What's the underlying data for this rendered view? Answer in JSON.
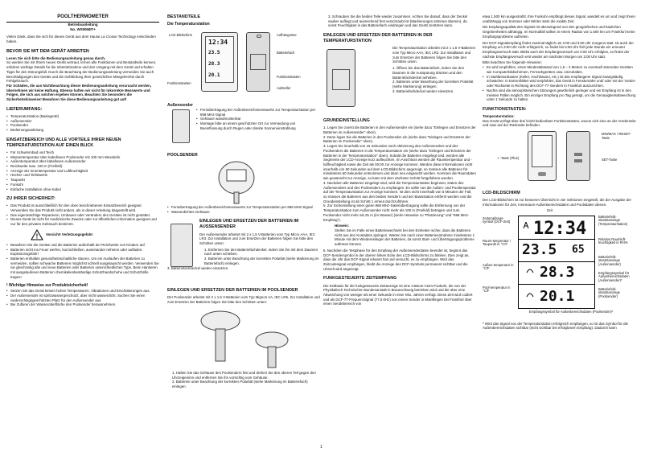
{
  "c1": {
    "title": "POOLTHERMOMETER",
    "subtitle": "Betriebsanleitung",
    "model": "No. WS9068IT+",
    "intro": "Vielen Dank, dass Sie sich für dieses Gerät aus dem Hause La Crosse Technology entschieden haben.",
    "h_before": "BEVOR SIE MIT DEM GERÄT ARBEITEN",
    "before_bold": "Lesen Sie sich bitte die Bedienungsanleitung genau durch.",
    "before_text": "So werden Sie mit Ihrem neuen Gerät vertraut, lernen alle Funktionen und Bestandteile kennen, erfahren wichtige Details für die Inbetriebnahme und den Umgang mit dem Gerät und erhalten Tipps für den Störungsfall. Durch die Beachtung der Bedienungsanleitung vermeiden Sie auch Beschädigungen des Geräts und die Gefährdung Ihrer gesetzlichen Mängelrechte durch Fehlgebrauch.",
    "before_warn": "Für Schäden, die aus Nichtbeachtung dieser Bedienungsanleitung verursacht werden, übernehmen wir keine Haftung. Ebenso haften wir nicht für inkorrekte Messwerte und Folgen, die sich aus solchen ergeben können. Beachten Sie besonders die Sicherheitshinweise! Bewahren Sie diese Bedienungsanleitung gut auf!",
    "h_scope": "LIEFERUMFANG:",
    "scope": [
      "Temperaturstation (Basisgerät)",
      "Außensender",
      "Poolsender",
      "Bedienungsanleitung"
    ],
    "h_use": "EINSATZBEREICH UND ALLE VORTEILE IHRER NEUEN TEMPERATURSTATION AUF EINEN BLICK",
    "use": [
      "Für Schwimmbad und Teich",
      "Wassertemperatur über kabellosen Poolsender mit 100 mm Weestiefe",
      "Außentemperatur über kabellosen Außensender",
      "Reichweite max. 100 m (Freifeld)",
      "Anzeige der Innentemperatur und Luftfeuchtigkeit",
      "Höchst- und Tiefstwerte",
      "Taupunkt",
      "Funkuhr",
      "Einfache Installation ohne Kabel"
    ],
    "h_safety": "ZU IHRER SICHERHEIT:",
    "safety": [
      "Das Produkt ist ausschließlich für den oben beschriebenen Einsatzbereich geeignet. Verwenden Sie das Produkt nicht anders, als in dieser Anleitung dargestellt wird.",
      "Das eigenmächtige Reparieren, Umbauen oder Verändern des Gerätes ist nicht gestattet.",
      "Dieses Gerät ist nicht für medizinische Zwecke oder zur öffentlichen Information geeignet und nur für den privaten Gebrauch bestimmt."
    ],
    "warn_title": "Vorsicht! Verletzungsgefahr:",
    "safety2": [
      "Bewahren Sie die Geräte und die Batterien außerhalb der Reichweite von Kindern auf.",
      "Batterien nicht ins Feuer werfen, kurzschließen, auseinander nehmen oder aufladen. Explosionsgefahr!",
      "Batterien enthalten gesundheitsschädliche Säuren. Um ein Auslaufen der Batterien zu vermeiden, sollten schwache Batterien möglichst schnell ausgetauscht werden. Verwenden Sie nie gleichzeitig alte und neue Batterien oder Batterien unterschiedlichen Typs. Beim Hantieren mit ausgelaufenen Batterien chemikalienbeständige Schutzhandschuhe und Schutzbrille tragen!"
    ],
    "h_prod": "! Wichtige Hinweise zur Produktsicherheit!",
    "prod": [
      "Setzen Sie das Gerät keinen hohen Temperaturen, Vibrationen und Erschütterungen aus.",
      "Der Außensender ist spritzwassergeschützt, aber nicht wasserdicht. Suchen Sie einen niederschlagsgeschützten Platz für den Außensender aus.",
      "Bei Zufluren der Wasseroberfläche den Poolsender herausnehmen."
    ]
  },
  "c2": {
    "h_parts": "BESTANDTEILE",
    "h_station": "Die Temperaturstation",
    "lbl_lcd": "LCD-Bildschirm",
    "lbl_hang": "Aufhängeöse",
    "lbl_batt": "Batteriefach",
    "lbl_keys": "Funktionstasten",
    "lbl_stand": "Aufsteller",
    "lbl_keys2": "Funktionstasten",
    "h_outdoor": "Außensender",
    "outdoor": [
      "Fernübertragung der Außenbereichsmesswerte zur Temperaturstation per 868 MHz-Signal",
      "Gehäuse wandmontierbar",
      "Montage bitte an einem geschützten Ort zur Vermeidung von Beeinflussung durch Regen oder direkte Sonneneinstrahlung"
    ],
    "h_pool": "POOLSENDER",
    "pool": [
      "Fernübertragung der Außenbereichsmesswerte zur Temperaturstation per 868 MHz-Signal",
      "Wasserdichtes Gehäuse"
    ],
    "h_batt1": "EINLEGEN UND ERSETZEN DER BATTERIEN IM AUSSENSENDER",
    "batt1": "Der Außensender arbeitet mit 2 x 1,5 V-Batterien vom Typ Micro AAA, IEC LR3. Zur Installation und zum Ersetzen der Batterien folgen Sie bitte den Schritten unten:",
    "batt1_steps": [
      "1. Entfernen Sie den Batteriefachdeckel, indem Sie ihn mit dem Daumen nach unten schieben.",
      "2. Batterien unter Beachtung der korrekten Polarität (siehe Markierung im Batteriefach) einlegen.",
      "3. Batteriefachdeckel wieder einsetzen."
    ],
    "h_batt2": "EINLEGEN UND ERSETZEN DER BATTERIEN IM POOLSENDER",
    "batt2": "Der Poolsender arbeitet mit 2 x 1,5 V-Batterien vom Typ Mignon AA, IEC LR6. Zur Installation und zum Ersetzen der Batterien folgen Sie bitte den Schritten unten:",
    "batt2_steps": [
      "1. Halten Sie das Gehäuse des Poolsenders fest und drehen Sie den oberen Teil gegen den Uhrzeigersinn und entfernen Sie ihn vorsichtig vom Gehäuse.",
      "2. Batterien unter Beachtung der korrekten Polarität (siehe Markierung im Batteriefach) einlegen."
    ]
  },
  "c3": {
    "step3": "3. Schrauben Sie die beiden Teile wieder zusammen. Achten Sie darauf, dass der Deckel sauber aufliegt und ausreichend fest verschraubt ist (Markierungen stimmen überein), da sonst Feuchtigkeit in das Batteriefach eindringen und das Gerät zerstören kann.",
    "h_station": "EINLEGEN UND ERSETZEN DER BATTERIEN IN DER TEMPERATURSTATION",
    "station_text": "Die Temperaturstation arbeitet mit 2 x 1,5 V-Batterien vom Typ Micro AAA, IEC LR3. Zur Installation und zum Ersetzen der Batterien folgen Sie bitte den Schritten unten:",
    "station_steps": [
      "1. Öffnen Sie das Batteriefach, indem Sie den Daumen in die Aussparung drücken und den Batteriefachdeckel anheben.",
      "2. Batterien unter Beachtung der korrekten Polarität (siehe Markierung) einlegen.",
      "3. Batteriefachdeckel wieder einsetzen."
    ],
    "h_basic": "GRUNDEINSTELLUNG",
    "basic": [
      "1. Legen Sie zuerst die Batterien in den Außensender ein (siehe dazu \"Einlegen und Ersetzen der Batterien im Außensender\" oben).",
      "2. Dann legen Sie die Batterien in den Poolsender ein (siehe dazu \"Einlegen und Ersetzen der Batterien im Poolsender\" oben).",
      "3. Legen Sie innerhalb von 15 Sekunden nach Aktivierung des Außensenders und des Poolsenders die Batterien in die Temperaturstation ein (siehe dazu \"Einlegen und Ersetzen der Batterien in der Temperaturstation\" oben). Sobald die Batterien eingelegt sind, werden alle Segmente der LCD-Anzeige kurz aufleuchten. Im Anschluss werden die Raumtemperatur und -luftfeuchtigkeit sowie die Zeit als 00:00 zur Anzeige kommen. Werden diese Informationen nicht innerhalb von 60 Sekunden auf dem LCD-Bildschirm angezeigt, so müssen alle Batterien für mindestens 60 Sekunden entnommen und dann neu eingesetzt werden. Kommen die Raumdaten wie gewünscht zur Anzeige, so kann mit dem nächsten Schritt fortgefahren werden.",
      "4. Nachdem alle Batterien eingelegt sind, wird die Temperaturstation beginnen, Daten des Außensenders und des Poolsenders zu empfangen. Es sollte nun die Außen- und Pooltemperatur auf der Temperaturstation zur Anzeige kommen. Ist dies nicht innerhalb von 5 Minuten der Fall, so müssen die Batterien aus den beiden Sendern und der Basisstation entfernt werden und die Grundeinstellung ist ab Schritt 1 erneut durchzuführen.",
      "5. Zur Sicherstellung einer guten 868 MHz-Datenübertragung sollte die Entfernung von der Temperaturstation zum Außensender nicht mehr als 100 m (Freifeld) betragen und zum Poolsender nicht mehr als 25 m (im Wasser) (siehe Hinweise zu \"Platzierung\" und \"868 MHz-Empfang\")."
    ],
    "hint_title": "Hinweis:",
    "hint": "Stellen Sie im Falle eines Batteriewechsels bei den Einheiten sicher, dass die Batterien nicht aus den Kontakten springen. Warten Sie nach einer Batterieentnahme mindestens 1 Minute mit dem Wiedereinlegen der Batterien, da sonst Start- und Übertragungsprobleme auftreten können.",
    "step6": "6. Nachdem die Testphase für den Empfang der Außensenderdaten beendet ist, beginnt das DCF-Sendersymbol in der oberen linken Ecke des LCD-Bildschirms zu blinken. Dies zeigt an, dass die Uhr das DCF-Signal erkannt hat und versucht, es zu empfangen. Wird das Zeitcodesignal empfangen, bleibt die Anzeige des DCF-Symbols permanent sichtbar und die Uhrzeit wird angezeigt.",
    "h_dcf": "FUNKGESTEUERTE ZEITEMPFANG",
    "dcf": "Die Zeitbasis für die funkgesteuerte Zeitanzeige ist eine Cäsium-Atom-Funkuhr, die von der Physikalisch Technischen Bundesanstalt in Braunschweig betrieben wird und die über eine Abweichung von weniger als einer Sekunde in einer Mio. Jahren verfügt. Diese Zeit wird codiert und als DCF-77-Frequenzsignal (77,5 kHz) von einem Sender in Mainflingen bei Frankfurt über einen Sendebereich von"
  },
  "c4": {
    "dcf_cont": "etwa 1.500 km ausgestrahlt. Ihre Funkuhr empfängt dieses Signal, wandelt es um und zeigt Ihnen unabhängig von Sommer oder Winter stets die exakte Zeit.",
    "dcf2": "Die Empfangsqualität des Signals ist überwiegend von den geografischen und baulichen Gegebenheiten abhängig. Im Normalfall sollten in einem Radius von 1.500 km um Frankfurt keine Empfangsprobleme auftreten.",
    "dcf3": "Der DCF-Signalempfang findet zweimal täglich um 2:00 und 3:00 Uhr morgens statt. Ist auch der Empfang um 3:00 Uhr nicht erfolgreich, so findet bis 6:00 Uhr früh jede Stunde ein erneuter Empfangsversuch statt. Bleibt auch der Empfangsversuch um 6:00 Uhr erfolglos, so findet der nächste Empfangsversuch erst wieder am nächsten Morgen um 2:00 Uhr statt.",
    "dcf4": "Bitte beachten Sie folgende Hinweise:",
    "dcf_list": [
      "Es wird empfohlen, einen Mindestabstand von 1,5 – 2 Metern zu eventuell störenden Geräten wie Computerbildschirmen, Fernsehgeräten usw. einzuhalten.",
      "In Stahlbetonbauten (Keller, Hochhäuser, etc.) ist das empfangene Signal zwangsläufig schwächer. In Extremfällen wird empfohlen, das Gerät in Fensternähe und/ oder mit der Vorder- oder Rückseite in Richtung des DCF-77-Senders in Frankfurt auszurichten.",
      "Nachts sind die atmosphärischen Störungen gewöhnlich geringer und ein Empfang ist in den meisten Fällen möglich. Ein einziger Empfang pro Tag genügt, um die Genauigkeitsabweichung unter 1 Sekunde zu halten."
    ],
    "h_keys": "FUNKTIONSTASTEN:",
    "keys_sub": "Temperaturstation:",
    "keys_text": "Das Gerät verfügt über drei leicht bedienbare Funktionstasten, wovon sich eine an der Vorderseite und zwei auf der Rückseite befinden.",
    "lbl_minmax": "MIN/MAX / RESET-Taste",
    "lbl_plus": "+ -Taste (Plus)",
    "lbl_set": "SET-Taste",
    "h_lcd": "LCD-BILDSCHIRM",
    "lcd_text": "Der LCD-Bildschirm ist zur besseren Übersicht in vier Sektionen eingeteilt, die der Ausgabe der Informationen für Zeit, Innenraum-Außenbereichsdaten und Poolsdaten dienen.",
    "lbl_zeit": "Zeit",
    "lbl_dcf": "Zeitempfangs-symbol (DCF-Zeit)",
    "lbl_raum": "Raum-temperatur / Taupunkt in °C/F",
    "lbl_aussen": "Außen-temperatur in °C/F",
    "lbl_pool": "Pool-temperatur in °C/F",
    "lbl_battery": "Batteriefeld-standsanzeige (Temperaturstation)",
    "lbl_humid": "Relative Raumluft-feuchtigkeit in RH%",
    "lbl_battout": "Batteriefeld-standsanzeige (Außensender)",
    "lbl_recout": "Empfangssymbol für Außenbereichsdaten (Außensender)*",
    "lbl_battpool": "Batteriefeld-standsanzeige (Poolsender)",
    "lbl_recpool": "Empfangssymbol für Außenbereichsdaten (Poolsender)*",
    "footnote": "* Wird das Signal von der Temperaturstation erfolgreich empfangen, so ist das Symbol für die Außenbereichsdaten sichtbar (nicht sichtbar bei erfolglosem Empfang). Dadurch kann"
  },
  "lcd": {
    "time": "12:34",
    "indoor": "23.5",
    "humid": "65",
    "outdoor": "28.3",
    "pool": "20.1"
  },
  "page_number": "1"
}
